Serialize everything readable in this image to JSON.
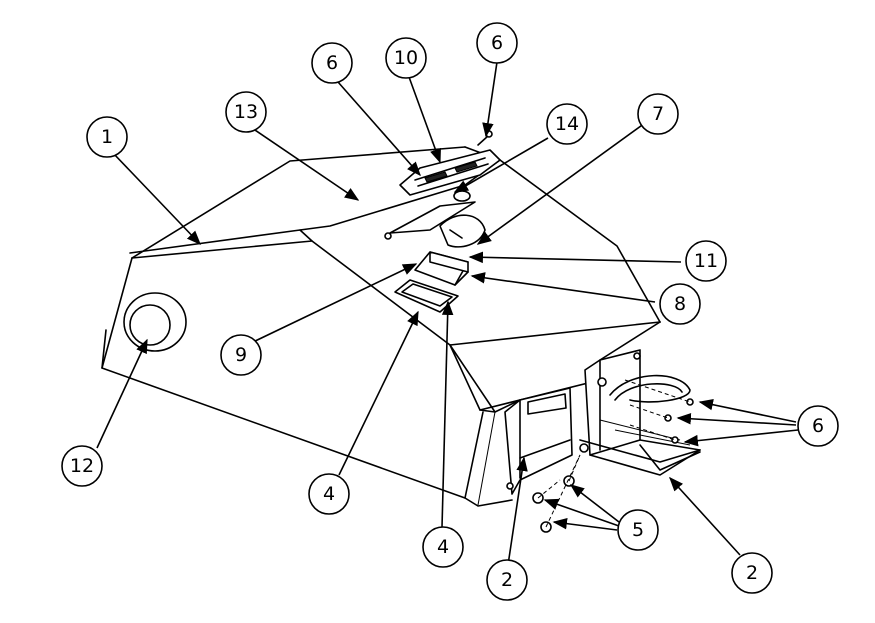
{
  "callouts": [
    {
      "id": "c1",
      "label": "1"
    },
    {
      "id": "c13",
      "label": "13"
    },
    {
      "id": "c6a",
      "label": "6"
    },
    {
      "id": "c10",
      "label": "10"
    },
    {
      "id": "c6b",
      "label": "6"
    },
    {
      "id": "c14",
      "label": "14"
    },
    {
      "id": "c7",
      "label": "7"
    },
    {
      "id": "c11",
      "label": "11"
    },
    {
      "id": "c8",
      "label": "8"
    },
    {
      "id": "c9",
      "label": "9"
    },
    {
      "id": "c12",
      "label": "12"
    },
    {
      "id": "c4a",
      "label": "4"
    },
    {
      "id": "c4b",
      "label": "4"
    },
    {
      "id": "c2a",
      "label": "2"
    },
    {
      "id": "c5",
      "label": "5"
    },
    {
      "id": "c2b",
      "label": "2"
    },
    {
      "id": "c6c",
      "label": "6"
    }
  ]
}
